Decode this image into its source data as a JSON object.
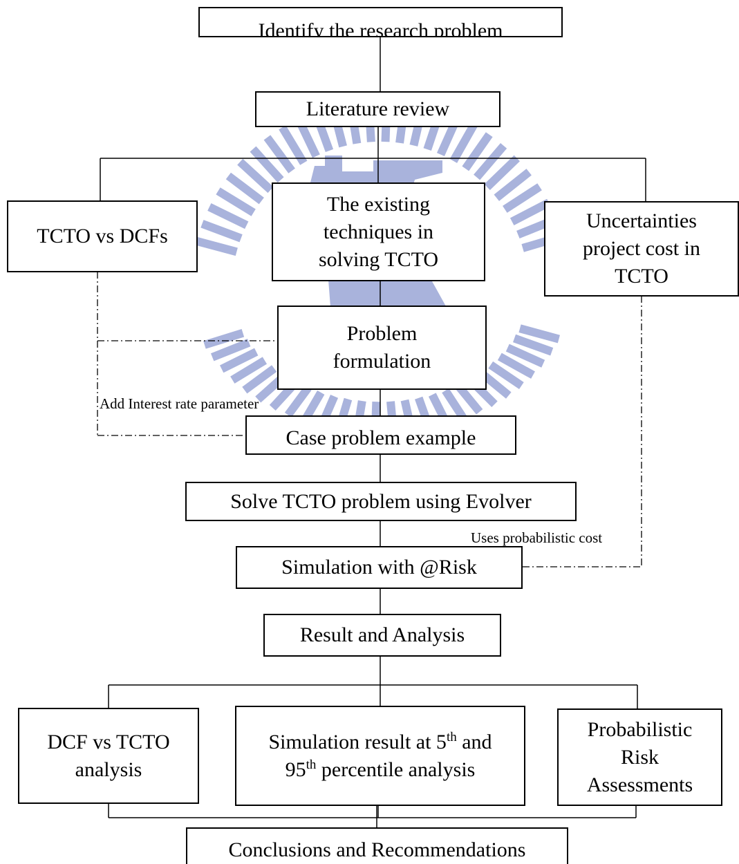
{
  "nodes": {
    "identify": "Identify the research problem",
    "literature": "Literature review",
    "tcto_dcfs": "TCTO vs DCFs",
    "existing_line1": "The existing",
    "existing_line2": "techniques in",
    "existing_line3": "solving TCTO",
    "uncert_line1": "Uncertainties",
    "uncert_line2": "project cost in",
    "uncert_line3": "TCTO",
    "formulation_line1": "Problem",
    "formulation_line2": "formulation",
    "case": "Case problem example",
    "solve": "Solve TCTO problem using Evolver",
    "simulation": "Simulation with @Risk",
    "result": "Result and Analysis",
    "dcf_line1": "DCF vs TCTO",
    "dcf_line2": "analysis",
    "simres_a": "Simulation result at 5",
    "simres_sup1": "th",
    "simres_b": " and",
    "simres_c": "95",
    "simres_sup2": "th",
    "simres_d": " percentile analysis",
    "prob_line1": "Probabilistic",
    "prob_line2": "Risk",
    "prob_line3": "Assessments",
    "conclusions": "Conclusions and Recommendations"
  },
  "edge_labels": {
    "interest": "Add Interest rate parameter",
    "probabilistic": "Uses probabilistic cost"
  },
  "colors": {
    "line": "#000000",
    "watermark": "#9aa6d6"
  }
}
